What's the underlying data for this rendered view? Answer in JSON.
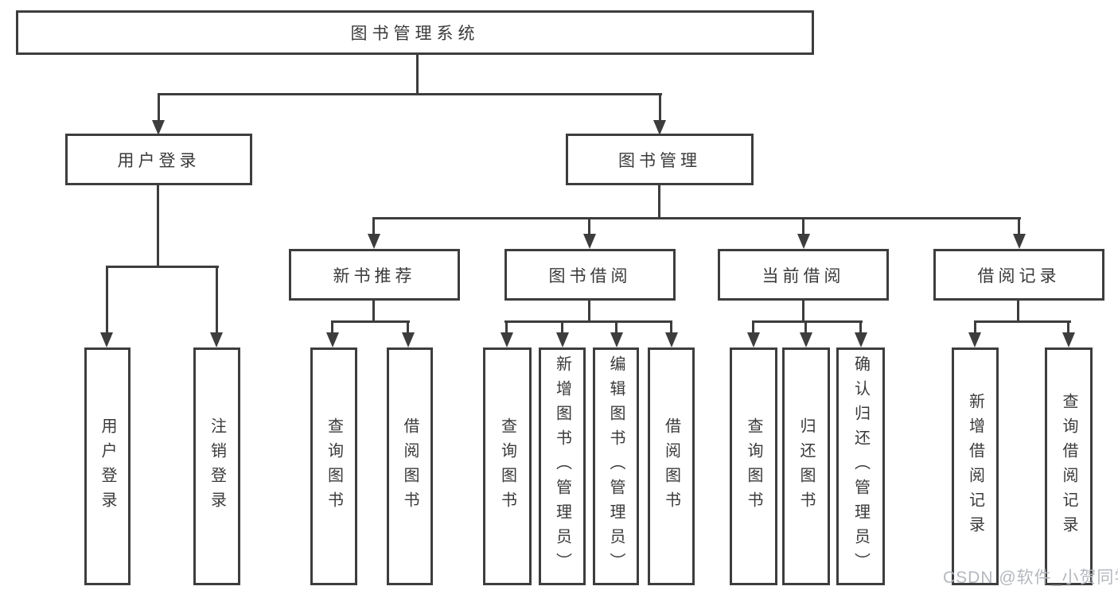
{
  "tree": {
    "root": {
      "label": "图书管理系统"
    },
    "branches": [
      {
        "label": "用户登录",
        "children": [
          {
            "label": "用户登录"
          },
          {
            "label": "注销登录"
          }
        ]
      },
      {
        "label": "图书管理",
        "children": [
          {
            "label": "新书推荐",
            "children": [
              {
                "label": "查询图书"
              },
              {
                "label": "借阅图书"
              }
            ]
          },
          {
            "label": "图书借阅",
            "children": [
              {
                "label": "查询图书"
              },
              {
                "label": "新增图书（管理员）"
              },
              {
                "label": "编辑图书（管理员）"
              },
              {
                "label": "借阅图书"
              }
            ]
          },
          {
            "label": "当前借阅",
            "children": [
              {
                "label": "查询图书"
              },
              {
                "label": "归还图书"
              },
              {
                "label": "确认归还（管理员）"
              }
            ]
          },
          {
            "label": "借阅记录",
            "children": [
              {
                "label": "新增借阅记录"
              },
              {
                "label": "查询借阅记录"
              }
            ]
          }
        ]
      }
    ]
  },
  "watermark": "CSDN @软件_小贺同学",
  "colors": {
    "line": "#3d3d3d",
    "text": "#3a3a3a",
    "watermark": "#b4b8be"
  }
}
